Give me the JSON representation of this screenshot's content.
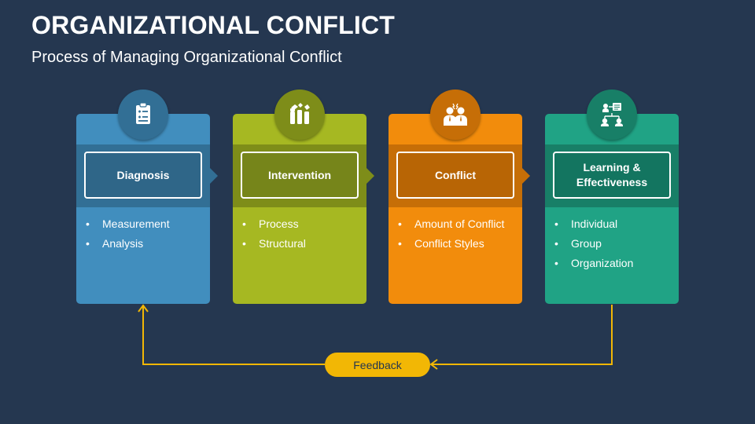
{
  "header": {
    "title": "ORGANIZATIONAL CONFLICT",
    "subtitle": "Process of Managing Organizational Conflict"
  },
  "stages": [
    {
      "label": "Diagnosis",
      "icon": "clipboard-icon",
      "color": "#418ebe",
      "items": [
        "Measurement",
        "Analysis"
      ]
    },
    {
      "label": "Intervention",
      "icon": "raised-hands-icon",
      "color": "#a6b822",
      "items": [
        "Process",
        "Structural"
      ]
    },
    {
      "label": "Conflict",
      "icon": "arguing-people-icon",
      "color": "#f28c0c",
      "items": [
        "Amount of Conflict",
        "Conflict Styles"
      ]
    },
    {
      "label": "Learning & Effectiveness",
      "icon": "org-chart-icon",
      "color": "#20a385",
      "items": [
        "Individual",
        "Group",
        "Organization"
      ]
    }
  ],
  "feedback": {
    "label": "Feedback",
    "color": "#f2b705"
  },
  "colors": {
    "background": "#253750",
    "arrow": "#f2b705"
  }
}
